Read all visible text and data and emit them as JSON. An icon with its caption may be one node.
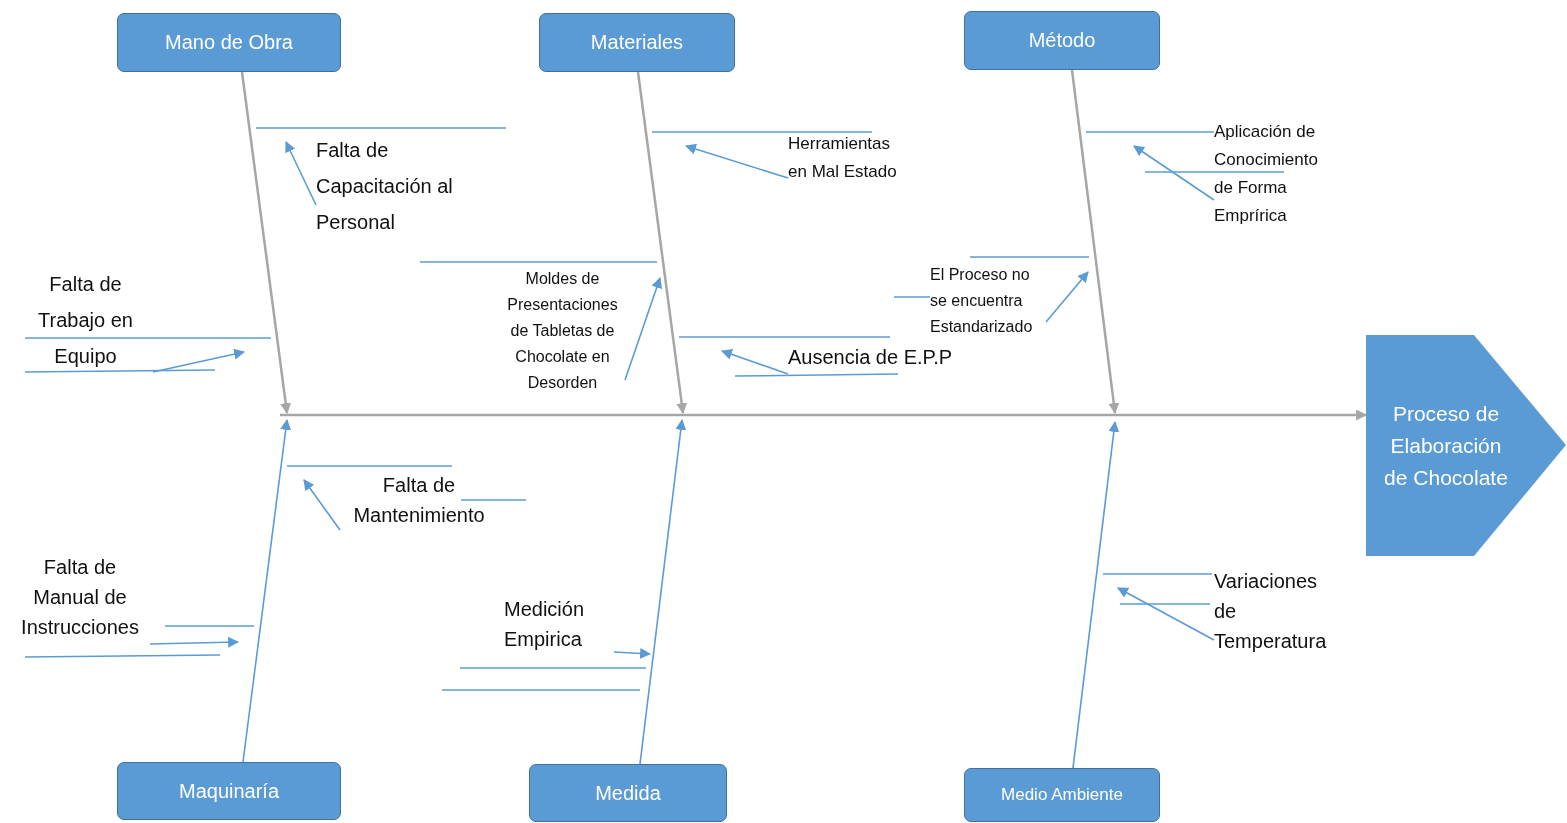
{
  "diagram": {
    "nodes": [
      {
        "text": [
          "Mano de Obra"
        ]
      },
      {
        "text": [
          "Materiales"
        ]
      },
      {
        "text": [
          "Método"
        ]
      },
      {
        "text": [
          "Maquinaría"
        ]
      },
      {
        "text": [
          "Medida"
        ]
      },
      {
        "text": [
          "Medio Ambiente"
        ]
      },
      {
        "text": [
          "Proceso de Elaboración de Chocolate"
        ]
      },
      {
        "text": [
          "Falta de Capacitación al Personal"
        ]
      },
      {
        "text": [
          "Falta de Trabajo en Equipo"
        ]
      },
      {
        "text": [
          "Herramientas en Mal Estado"
        ]
      },
      {
        "text": [
          "Moldes de Presentaciones de Tabletas de Chocolate en Desorden"
        ]
      },
      {
        "text": [
          "Ausencia de E.P.P"
        ]
      },
      {
        "text": [
          "Aplicación de Conocimiento de Forma Emprírica"
        ]
      },
      {
        "text": [
          "El Proceso no se encuentra Estandarizado"
        ]
      },
      {
        "text": [
          "Falta de Mantenimiento"
        ]
      },
      {
        "text": [
          "Falta de Manual de Instrucciones"
        ]
      },
      {
        "text": [
          "Medición Empirica"
        ]
      },
      {
        "text": [
          "Variaciones de Temperatura"
        ]
      }
    ],
    "edges": [
      {
        "from": null,
        "to": 6,
        "arrow": "to",
        "color": "#a6a6a6"
      },
      {
        "from": 0,
        "to": null,
        "arrow": "to",
        "color": "#a6a6a6"
      },
      {
        "from": 1,
        "to": null,
        "arrow": "to",
        "color": "#a6a6a6"
      },
      {
        "from": 2,
        "to": null,
        "arrow": "to",
        "color": "#a6a6a6"
      },
      {
        "from": 3,
        "to": null,
        "arrow": "to"
      },
      {
        "from": 4,
        "to": null,
        "arrow": "to"
      },
      {
        "from": 5,
        "to": null,
        "arrow": "to"
      },
      {
        "from": 7,
        "to": null,
        "arrow": "to"
      },
      {
        "from": 8,
        "to": null,
        "arrow": "to"
      },
      {
        "from": 9,
        "to": null,
        "arrow": "to"
      },
      {
        "from": 10,
        "to": null,
        "arrow": "to"
      },
      {
        "from": 11,
        "to": null,
        "arrow": "to"
      },
      {
        "from": 12,
        "to": null,
        "arrow": "to"
      },
      {
        "from": 13,
        "to": null,
        "arrow": "to"
      },
      {
        "from": 14,
        "to": null,
        "arrow": "to"
      },
      {
        "from": 15,
        "to": null,
        "arrow": "to"
      },
      {
        "from": 16,
        "to": null,
        "arrow": "to"
      },
      {
        "from": 17,
        "to": null,
        "arrow": "to"
      }
    ]
  }
}
